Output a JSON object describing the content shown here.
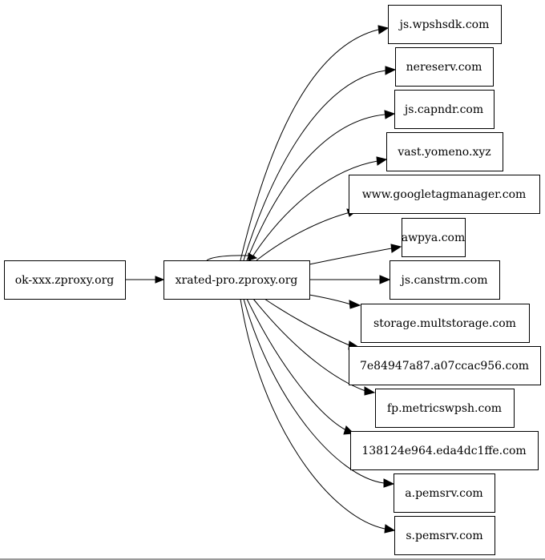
{
  "graph": {
    "nodes": [
      {
        "id": "n_okxxx",
        "label": "ok-xxx.zproxy.org"
      },
      {
        "id": "n_xrated",
        "label": "xrated-pro.zproxy.org"
      },
      {
        "id": "n_wpshsdk",
        "label": "js.wpshsdk.com"
      },
      {
        "id": "n_nereserv",
        "label": "nereserv.com"
      },
      {
        "id": "n_capndr",
        "label": "js.capndr.com"
      },
      {
        "id": "n_yomeno",
        "label": "vast.yomeno.xyz"
      },
      {
        "id": "n_gtm",
        "label": "www.googletagmanager.com"
      },
      {
        "id": "n_awpya",
        "label": "awpya.com"
      },
      {
        "id": "n_canstrm",
        "label": "js.canstrm.com"
      },
      {
        "id": "n_multstorage",
        "label": "storage.multstorage.com"
      },
      {
        "id": "n_7e84",
        "label": "7e84947a87.a07ccac956.com"
      },
      {
        "id": "n_metrics",
        "label": "fp.metricswpsh.com"
      },
      {
        "id": "n_1381",
        "label": "138124e964.eda4dc1ffe.com"
      },
      {
        "id": "n_apemsrv",
        "label": "a.pemsrv.com"
      },
      {
        "id": "n_spemsrv",
        "label": "s.pemsrv.com"
      }
    ],
    "edges": [
      {
        "from": "n_okxxx",
        "to": "n_xrated"
      },
      {
        "from": "n_xrated",
        "to": "n_xrated"
      },
      {
        "from": "n_xrated",
        "to": "n_wpshsdk"
      },
      {
        "from": "n_xrated",
        "to": "n_nereserv"
      },
      {
        "from": "n_xrated",
        "to": "n_capndr"
      },
      {
        "from": "n_xrated",
        "to": "n_yomeno"
      },
      {
        "from": "n_xrated",
        "to": "n_gtm"
      },
      {
        "from": "n_xrated",
        "to": "n_awpya"
      },
      {
        "from": "n_xrated",
        "to": "n_canstrm"
      },
      {
        "from": "n_xrated",
        "to": "n_multstorage"
      },
      {
        "from": "n_xrated",
        "to": "n_7e84"
      },
      {
        "from": "n_xrated",
        "to": "n_metrics"
      },
      {
        "from": "n_xrated",
        "to": "n_1381"
      },
      {
        "from": "n_xrated",
        "to": "n_apemsrv"
      },
      {
        "from": "n_xrated",
        "to": "n_spemsrv"
      }
    ]
  }
}
